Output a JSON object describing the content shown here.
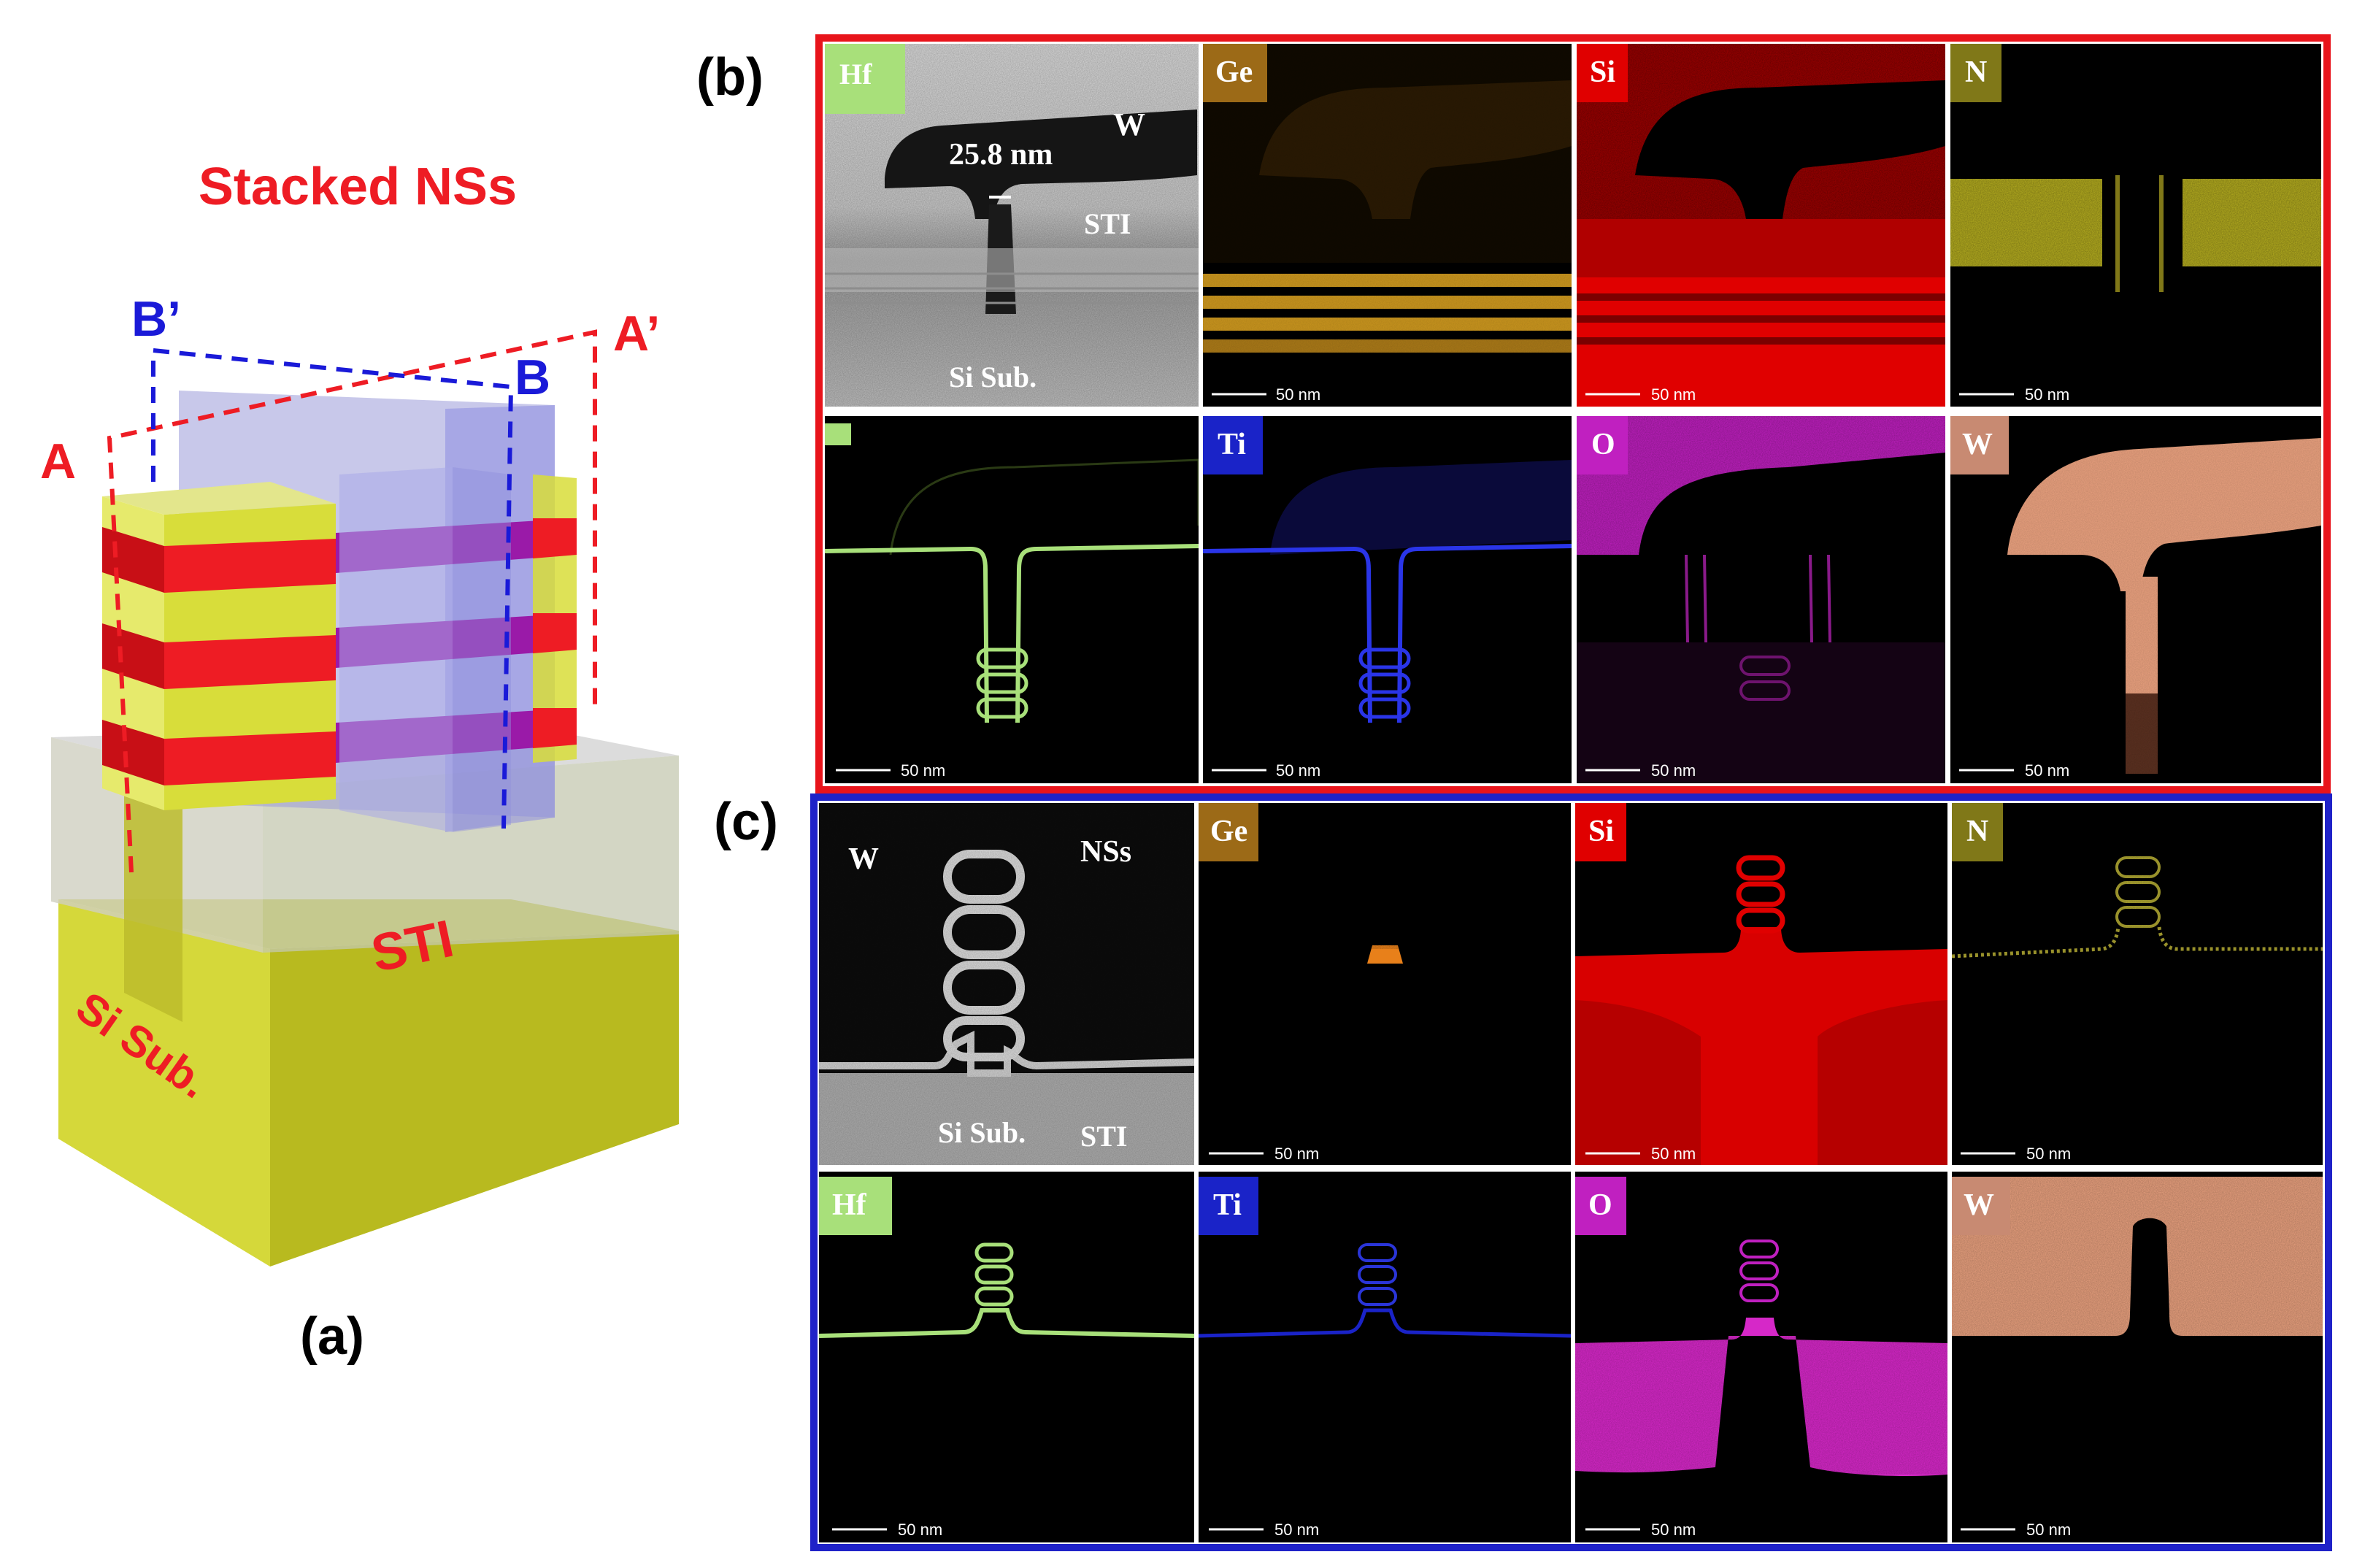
{
  "panel_a": {
    "label": "(a)",
    "title": "Stacked NSs",
    "cut_a": "A",
    "cut_a_prime": "A’",
    "cut_b": "B",
    "cut_b_prime": "B’",
    "sti": "STI",
    "substrate": "Si Sub."
  },
  "panel_b": {
    "label": "(b)",
    "tem": {
      "tag": "Hf",
      "metal": "W",
      "width": "25.8 nm",
      "sti": "STI",
      "substrate": "Si Sub."
    },
    "maps": [
      {
        "tag": "Ge",
        "scale": "50 nm"
      },
      {
        "tag": "Si",
        "scale": "50 nm"
      },
      {
        "tag": "N",
        "scale": "50 nm"
      },
      {
        "tag": "",
        "scale": "50 nm"
      },
      {
        "tag": "Ti",
        "scale": "50 nm"
      },
      {
        "tag": "O",
        "scale": "50 nm"
      },
      {
        "tag": "W",
        "scale": "50 nm"
      }
    ]
  },
  "panel_c": {
    "label": "(c)",
    "tem": {
      "metal": "W",
      "sheets": "NSs",
      "substrate": "Si Sub.",
      "sti": "STI"
    },
    "maps": [
      {
        "tag": "Ge",
        "scale": "50 nm"
      },
      {
        "tag": "Si",
        "scale": "50 nm"
      },
      {
        "tag": "N",
        "scale": "50 nm"
      },
      {
        "tag": "Hf",
        "scale": "50 nm"
      },
      {
        "tag": "Ti",
        "scale": "50 nm"
      },
      {
        "tag": "O",
        "scale": "50 nm"
      },
      {
        "tag": "W",
        "scale": "50 nm"
      }
    ]
  },
  "colors": {
    "frame_b": "#e8141b",
    "frame_c": "#1f22c8",
    "label_red": "#ee1c24",
    "label_blue": "#1a1ad8",
    "tag_hf": "#a8e07a",
    "tag_ge": "#9c6a17",
    "tag_si": "#e00000",
    "tag_n": "#807818",
    "tag_ti": "#1a23c8",
    "tag_o": "#c020c0",
    "tag_w": "#c88a72"
  }
}
